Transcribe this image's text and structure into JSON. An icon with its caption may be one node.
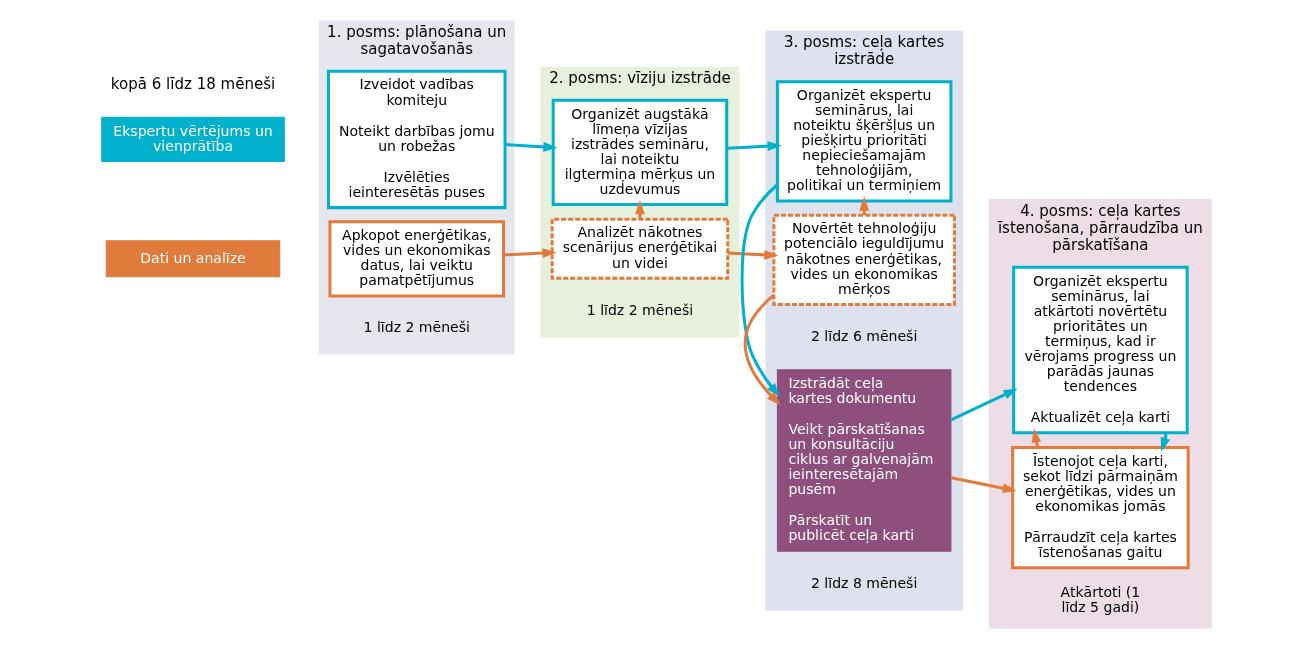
{
  "diagram": {
    "nodes": [
      {
        "text": [
          "1. posms: plānošana un sagatavošanās"
        ]
      },
      {
        "text": [
          "2. posms: vīziju izstrāde"
        ]
      },
      {
        "text": [
          "3. posms: ceļa kartes izstrāde"
        ]
      },
      {
        "text": [
          "4. posms: ceļa kartes īstenošana, pārraudzība un pārskatīšana"
        ]
      },
      {
        "text": [
          "Ekspertu vērtējums un vienprātība"
        ]
      },
      {
        "text": [
          "Dati un analīze"
        ]
      },
      {
        "text": [
          "Izveidot vadības komiteju",
          "Noteikt darbības jomu un robežas",
          "Izvēlēties ieinteresētās puses"
        ],
        "in": 0
      },
      {
        "text": [
          "Apkopot enerģētikas, vides un ekonomikas datus, lai veiktu pamatpētījumus"
        ],
        "in": 0,
        "beside": [
          "1 līdz 2 mēneši"
        ]
      },
      {
        "text": [
          "Organizēt augstākā līmeņa vīzijas izstrādes semināru, lai noteiktu ilgtermiņa mērķus un uzdevumus"
        ],
        "in": 1
      },
      {
        "text": [
          "Analizēt nākotnes scenārijus enerģētikai un videi"
        ],
        "in": 1,
        "beside": [
          "1 līdz 2 mēneši"
        ]
      },
      {
        "text": [
          "Organizēt ekspertu seminārus, lai noteiktu šķēršļus un piešķirtu prioritāti nepieciešamajām tehnoloģijām, politikai un termiņiem"
        ],
        "in": 2
      },
      {
        "text": [
          "Novērtēt tehnoloģiju potenciālo ieguldījumu nākotnes enerģētikas, vides un ekonomikas mērķos"
        ],
        "in": 2,
        "beside": [
          "2 līdz 6 mēneši"
        ]
      },
      {
        "text": [
          "Izstrādāt ceļa kartes dokumentu",
          "Veikt pārskatīšanas un konsultāciju ciklus ar galvenajām ieinteresētajām pusēm",
          "Pārskatīt un publicēt ceļa karti"
        ],
        "in": 2,
        "beside": [
          "2 līdz 8 mēneši"
        ]
      },
      {
        "text": [
          "Organizēt ekspertu seminārus, lai atkārtoti novērtētu prioritātes un termiņus, kad ir vērojams progress un parādās jaunas tendences",
          "Aktualizēt ceļa karti"
        ],
        "in": 3
      },
      {
        "text": [
          "Īstenojot ceļa karti, sekot līdzi pārmaiņām enerģētikas, vides un ekonomikas jomās",
          "Pārraudzīt ceļa kartes īstenošanas gaitu"
        ],
        "in": 3,
        "beside": [
          "Atkārtoti (1 līdz 5 gadi)"
        ]
      }
    ],
    "edges": [
      {
        "from": 6,
        "to": 8,
        "arrow": "to",
        "color": "#00b0cc"
      },
      {
        "from": 7,
        "to": 9,
        "arrow": "to",
        "color": "#e07b3c"
      },
      {
        "from": 9,
        "to": 8,
        "arrow": "to",
        "color": "#e07b3c"
      },
      {
        "from": 8,
        "to": 10,
        "arrow": "to",
        "color": "#00b0cc"
      },
      {
        "from": 9,
        "to": 11,
        "arrow": "to",
        "color": "#e07b3c"
      },
      {
        "from": 11,
        "to": 10,
        "arrow": "to",
        "color": "#e07b3c"
      },
      {
        "from": 10,
        "to": 12,
        "arrow": "to",
        "color": "#00b0cc"
      },
      {
        "from": 11,
        "to": 12,
        "arrow": "to",
        "color": "#e07b3c"
      },
      {
        "from": 12,
        "to": 13,
        "arrow": "to",
        "color": "#00b0cc"
      },
      {
        "from": 12,
        "to": 14,
        "arrow": "to",
        "color": "#e07b3c"
      },
      {
        "from": 13,
        "to": 14,
        "arrow": "to",
        "color": "#00b0cc"
      },
      {
        "from": 14,
        "to": 13,
        "arrow": "to",
        "color": "#e07b3c"
      }
    ],
    "labels": [
      "kopā 6 līdz 18 mēneši"
    ]
  }
}
